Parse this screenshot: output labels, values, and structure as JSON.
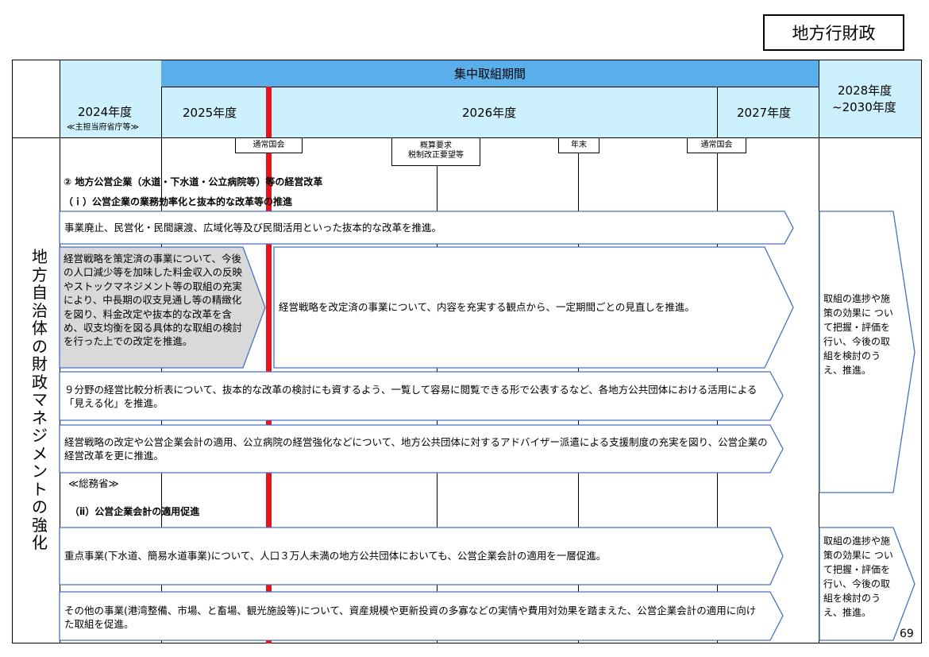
{
  "tag": "地方行財政",
  "header": {
    "focus_period": "集中取組期間",
    "fy2024": "2024年度",
    "fy2024_sub": "≪主担当府省庁等≫",
    "fy2025": "2025年度",
    "fy2026": "2026年度",
    "fy2027": "2027年度",
    "fy2028_line1": "2028年度",
    "fy2028_line2": "~2030年度"
  },
  "left_title": [
    "地",
    "方",
    "自",
    "治",
    "体",
    "の",
    "財",
    "政",
    "マ",
    "ネ",
    "ジ",
    "メ",
    "ン",
    "ト",
    "の",
    "強",
    "化"
  ],
  "milestones": {
    "m1": "通常国会",
    "m2_line1": "概算要求",
    "m2_line2": "税制改正要望等",
    "m3": "年末",
    "m4": "通常国会"
  },
  "section": {
    "heading": "② 地方公営企業（水道・下水道・公立病院等）等の経営改革",
    "sub1": "（ｉ）公営企業の業務効率化と抜本的な改革等の推進",
    "sub2": "（ⅱ）公営企業会計の適用促進",
    "ministry": "≪総務省≫"
  },
  "arrows": {
    "a1": "事業廃止、民営化・民間譲渡、広域化等及び民間活用といった抜本的な改革を推進。",
    "a2_grey": "経営戦略を策定済の事業について、今後の人口減少等を加味した料金収入の反映やストックマネジメント等の取組の充実により、中長期の収支見通し等の精緻化を図り、料金改定や抜本的な改革を含め、収支均衡を図る具体的な取組の検討を行った上での改定を推進。",
    "a2_main": "経営戦略を改定済の事業について、内容を充実する観点から、一定期間ごとの見直しを推進。",
    "a3": "９分野の経営比較分析表について、抜本的な改革の検討にも資するよう、一覧して容易に閲覧できる形で公表するなど、各地方公共団体における活用による「見える化」を推進。",
    "a4": "経営戦略の改定や公営企業会計の適用、公立病院の経営強化などについて、地方公共団体に対するアドバイザー派遣による支援制度の充実を図り、公営企業の経営改革を更に推進。",
    "a5": "重点事業(下水道、簡易水道事業)について、人口３万人未満の地方公共団体においても、公営企業会計の適用を一層促進。",
    "a6": "その他の事業(港湾整備、市場、と畜場、観光施設等)について、資産規模や更新投資の多寡などの実情や費用対効果を踏まえた、公営企業会計の適用に向けた取組を促進。"
  },
  "side": {
    "s1": "取組の進捗や施策の効果に ついて把握・評価を行い、今後の取組を検討のうえ、推進。",
    "s2": "取組の進捗や施策の効果に ついて把握・評価を行い、今後の取組を検討のうえ、推進。"
  },
  "page_number": "69",
  "colors": {
    "header_cyan": "#ccf0fc",
    "header_blue": "#5aaeea",
    "red_line": "#e8141b",
    "grey_box": "#d9d9d9",
    "arrow_border": "#4a6fc2"
  }
}
